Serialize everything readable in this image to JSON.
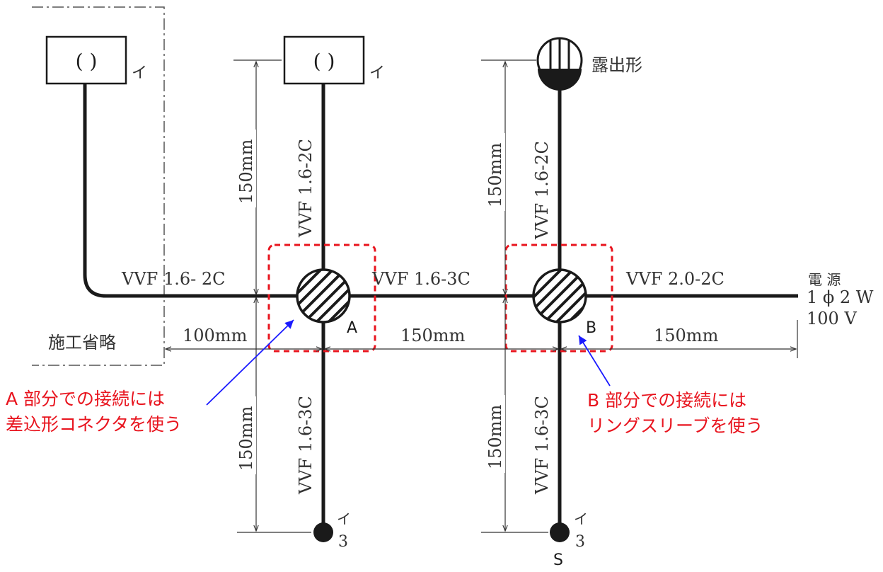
{
  "labels": {
    "omitted": "施工省略",
    "lamp_symbol": "( )",
    "lamp_mark": "イ",
    "pendant_label": "露出形",
    "switch_mark": "イ",
    "switch_count": "3",
    "switch_s": "S",
    "junction_a": "A",
    "junction_b": "B",
    "power_title": "電 源",
    "power_phase": "1 ϕ 2 W",
    "power_voltage": "100 V"
  },
  "cables": {
    "left": "VVF 1.6- 2C",
    "middle": "VVF 1.6-3C",
    "right": "VVF 2.0-2C",
    "a_up": "VVF 1.6-2C",
    "a_down": "VVF 1.6-3C",
    "b_up": "VVF 1.6-2C",
    "b_down": "VVF 1.6-3C"
  },
  "dimensions": {
    "h_left": "100mm",
    "h_mid": "150mm",
    "h_right": "150mm",
    "v_a_up": "150mm",
    "v_a_down": "150mm",
    "v_b_up": "150mm",
    "v_b_down": "150mm"
  },
  "notes": {
    "a_line1": "A 部分での接続には",
    "a_line2": "差込形コネクタを使う",
    "b_line1": "B 部分での接続には",
    "b_line2": "リングスリーブを使う"
  },
  "colors": {
    "wire": "#1a1a1a",
    "annotation_red": "#e8141e",
    "arrow_blue": "#1a1aff"
  }
}
